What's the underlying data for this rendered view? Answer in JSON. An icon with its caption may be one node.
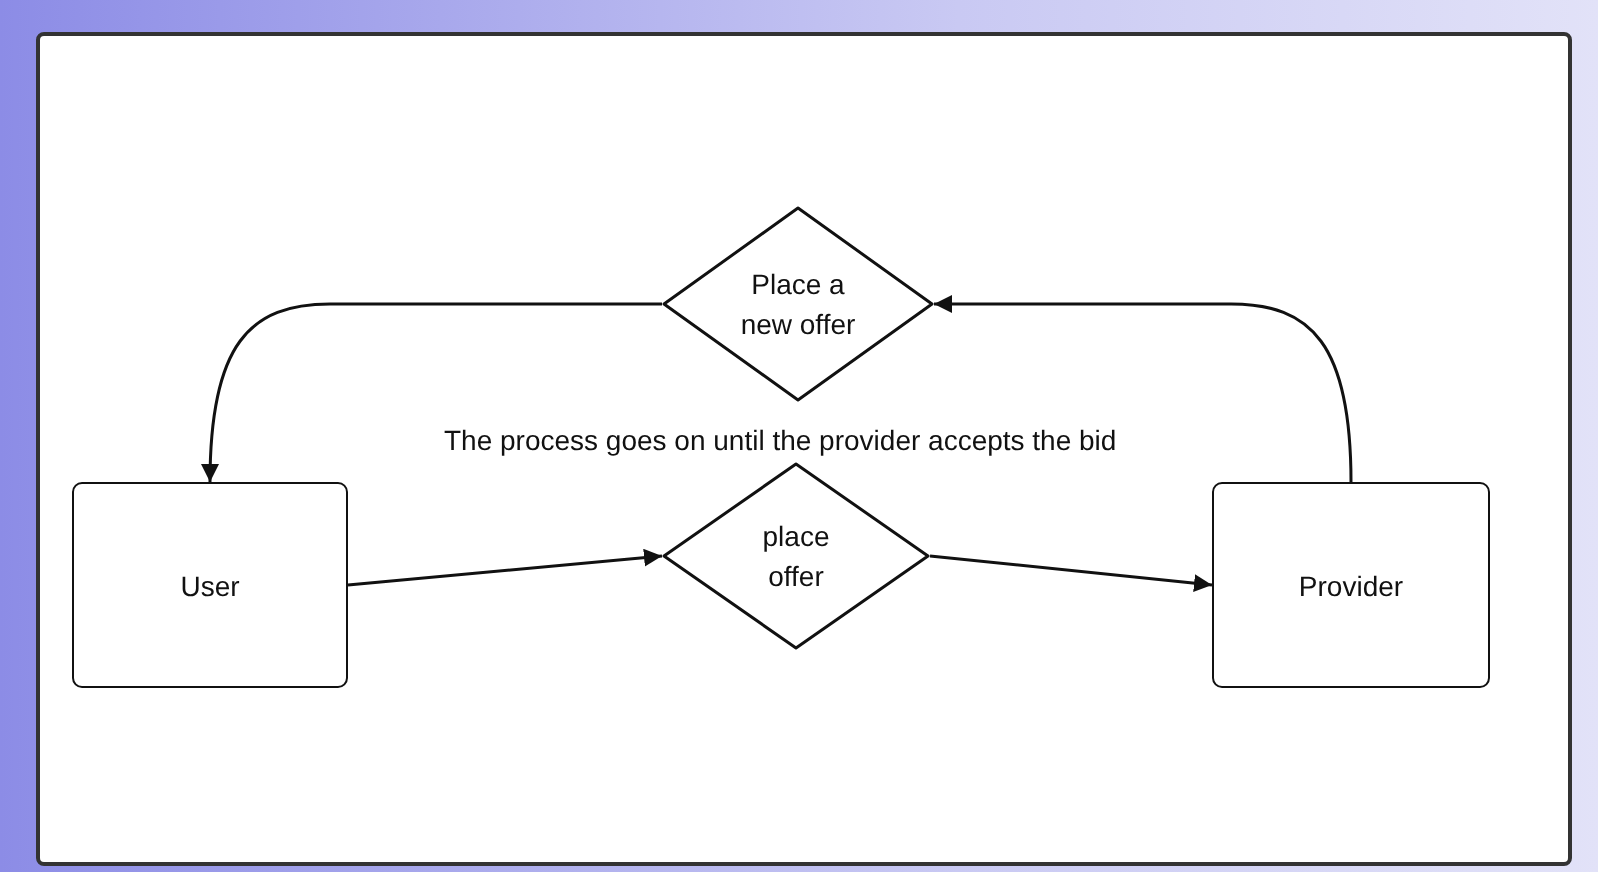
{
  "diagram": {
    "nodes": [
      {
        "text": [
          "Place a new offer"
        ]
      },
      {
        "text": [
          "User"
        ]
      },
      {
        "text": [
          "place offer"
        ]
      },
      {
        "text": [
          "Provider"
        ]
      }
    ],
    "edges": [
      {
        "from": 1,
        "to": 2,
        "arrow": "to"
      },
      {
        "from": 2,
        "to": 3,
        "arrow": "to"
      },
      {
        "from": 3,
        "to": 0,
        "arrow": "to"
      },
      {
        "from": 0,
        "to": 1,
        "arrow": "to"
      }
    ],
    "labels": [
      "The process goes on until the provider accepts the bid"
    ]
  }
}
